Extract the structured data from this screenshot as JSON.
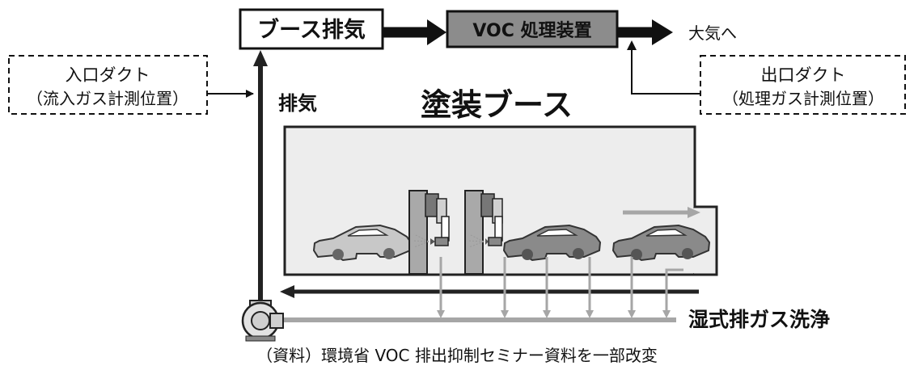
{
  "exhaust_box": "ブース排気",
  "voc_box": "VOC 処理装置",
  "to_atmosphere": "大気へ",
  "inlet_duct": {
    "line1": "入口ダクト",
    "line2": "（流入ガス計測位置）"
  },
  "outlet_duct": {
    "line1": "出口ダクト",
    "line2": "（処理ガス計測位置）"
  },
  "exhaust_label": "排気",
  "booth_title": "塗装ブース",
  "wet_scrubber": "湿式排ガス洗浄",
  "caption": "（資料）環境省 VOC 排出抑制セミナー資料を一部改変",
  "colors": {
    "voc_box_fill": "#8c8c8c",
    "booth_fill": "#ededed",
    "pipe_gray": "#a6a6a6",
    "car_fill": "#c8c8c8",
    "car_dark": "#8a8a8a",
    "robot_fill": "#a9a9a9"
  }
}
